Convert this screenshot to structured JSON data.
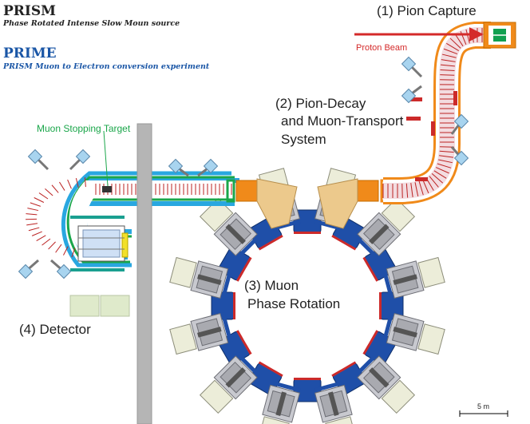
{
  "header": {
    "prism_title": "PRISM",
    "prism_subtitle": "Phase Rotated Intense Slow Moun source",
    "prime_title": "PRIME",
    "prime_subtitle": "PRISM Muon to Electron conversion experiment"
  },
  "labels": {
    "pion_capture": "(1) Pion Capture",
    "proton_beam": "Proton Beam",
    "decay_line1": "(2) Pion-Decay",
    "decay_line2": "and Muon-Transport",
    "decay_line3": "System",
    "muon_target": "Muon Stopping Target",
    "rotation_line1": "(3) Muon",
    "rotation_line2": "Phase Rotation",
    "detector": "(4) Detector",
    "scale": "5 m"
  },
  "colors": {
    "prism_title": "#222222",
    "prime_blue": "#1a56a6",
    "proton_red": "#d42a2a",
    "muon_green": "#1aa64a",
    "cavity_blue": "#1f4fa8",
    "magnet_grey": "#a9aab0",
    "coil_red": "#cc2a2a",
    "capture_orange": "#f08a1a",
    "tan": "#ecc98c",
    "pale": "#ecedd9",
    "target_green": "#10a050",
    "shield_grey": "#b5b5b5"
  }
}
